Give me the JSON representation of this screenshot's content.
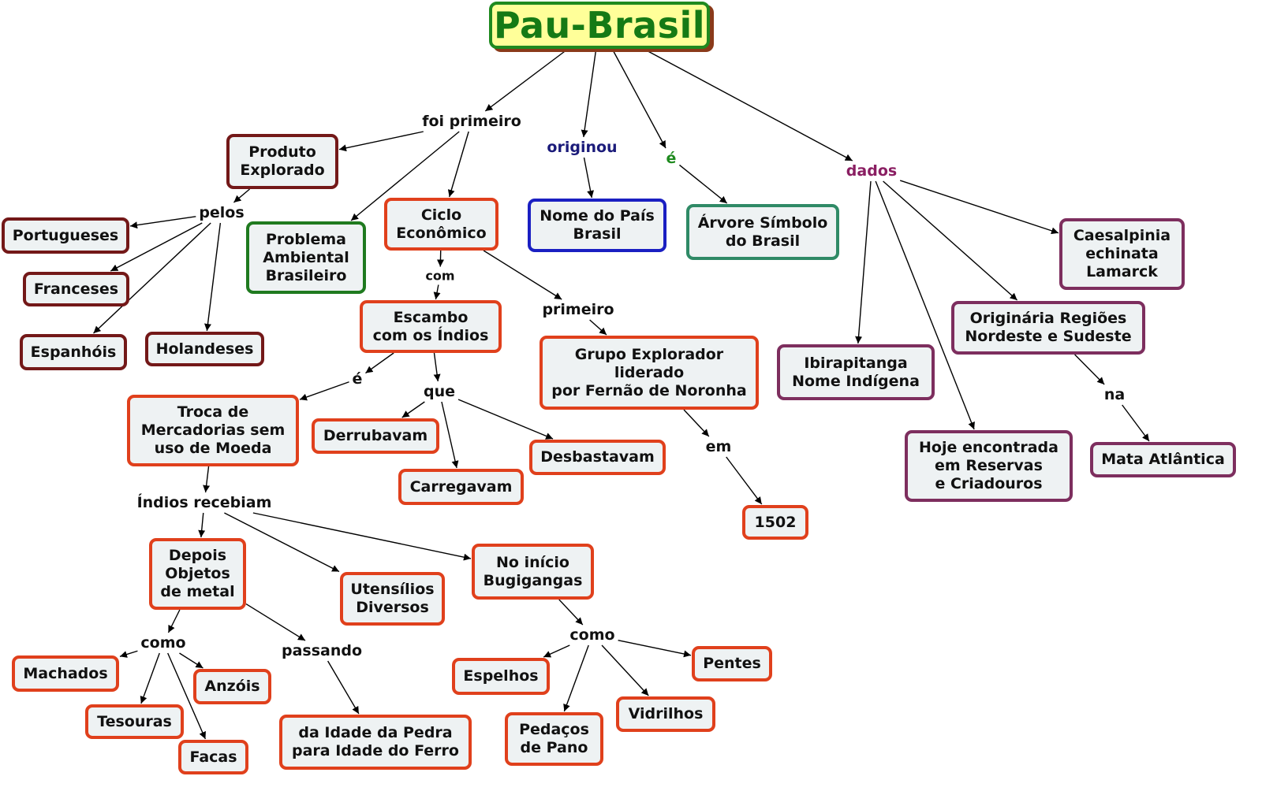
{
  "title": "Pau-Brasil",
  "colors": {
    "title_fill": "#ffff99",
    "title_text": "#157a15",
    "node_fill": "#eef2f3",
    "maroon": "#731818",
    "orange": "#e0401c",
    "green": "#1f7a1f",
    "teal": "#2f8a66",
    "blue": "#1a1fc2",
    "purple": "#7d2e5e",
    "link_blue": "#1b1b7a",
    "link_green": "#1e8a1e",
    "link_purple": "#8a1e62"
  },
  "nodes": {
    "produto_explorado": "Produto\nExplorado",
    "portugueses": "Portugueses",
    "franceses": "Franceses",
    "espanhois": "Espanhóis",
    "holandeses": "Holandeses",
    "problema_ambiental": "Problema\nAmbiental\nBrasileiro",
    "ciclo_economico": "Ciclo\nEconômico",
    "nome_do_pais": "Nome do País\nBrasil",
    "arvore_simbolo": "Árvore Símbolo\ndo Brasil",
    "caesalpinia": "Caesalpinia\nechinata\nLamarck",
    "originaria": "Originária Regiões\nNordeste e Sudeste",
    "ibirapitanga": "Ibirapitanga\nNome Indígena",
    "hoje_encontrada": "Hoje encontrada\nem Reservas\ne Criadouros",
    "mata_atlantica": "Mata Atlântica",
    "escambo": "Escambo\ncom os Índios",
    "grupo_explorador": "Grupo Explorador\nliderado\npor Fernão de Noronha",
    "ano_1502": "1502",
    "troca_mercadorias": "Troca de\nMercadorias sem\nuso de Moeda",
    "derrubavam": "Derrubavam",
    "carregavam": "Carregavam",
    "desbastavam": "Desbastavam",
    "depois_objetos": "Depois\nObjetos\nde metal",
    "utensilios": "Utensílios\nDiversos",
    "no_inicio": "No início\nBugigangas",
    "machados": "Machados",
    "anzois": "Anzóis",
    "tesouras": "Tesouras",
    "facas": "Facas",
    "idade_pedra_ferro": "da Idade da Pedra\npara Idade do Ferro",
    "espelhos": "Espelhos",
    "pentes": "Pentes",
    "pedacos_pano": "Pedaços\nde Pano",
    "vidrilhos": "Vidrilhos"
  },
  "links": {
    "foi_primeiro": "foi primeiro",
    "originou": "originou",
    "e_top": "é",
    "dados": "dados",
    "pelos": "pelos",
    "com": "com",
    "primeiro": "primeiro",
    "e_escambo": "é",
    "que": "que",
    "em": "em",
    "na": "na",
    "indios_recebiam": "Índios recebiam",
    "como_metal": "como",
    "passando": "passando",
    "como_bugigangas": "como"
  },
  "edges": [
    [
      "title",
      "foi_primeiro"
    ],
    [
      "title",
      "originou"
    ],
    [
      "title",
      "e_top"
    ],
    [
      "title",
      "dados"
    ],
    [
      "foi_primeiro",
      "produto_explorado"
    ],
    [
      "foi_primeiro",
      "problema_ambiental"
    ],
    [
      "foi_primeiro",
      "ciclo_economico"
    ],
    [
      "originou",
      "nome_do_pais"
    ],
    [
      "e_top",
      "arvore_simbolo"
    ],
    [
      "dados",
      "caesalpinia"
    ],
    [
      "dados",
      "originaria"
    ],
    [
      "dados",
      "ibirapitanga"
    ],
    [
      "dados",
      "hoje_encontrada"
    ],
    [
      "originaria",
      "na"
    ],
    [
      "na",
      "mata_atlantica"
    ],
    [
      "produto_explorado",
      "pelos"
    ],
    [
      "pelos",
      "portugueses"
    ],
    [
      "pelos",
      "franceses"
    ],
    [
      "pelos",
      "espanhois"
    ],
    [
      "pelos",
      "holandeses"
    ],
    [
      "ciclo_economico",
      "com"
    ],
    [
      "com",
      "escambo"
    ],
    [
      "ciclo_economico",
      "primeiro"
    ],
    [
      "primeiro",
      "grupo_explorador"
    ],
    [
      "grupo_explorador",
      "em"
    ],
    [
      "em",
      "ano_1502"
    ],
    [
      "escambo",
      "e_escambo"
    ],
    [
      "e_escambo",
      "troca_mercadorias"
    ],
    [
      "escambo",
      "que"
    ],
    [
      "que",
      "derrubavam"
    ],
    [
      "que",
      "carregavam"
    ],
    [
      "que",
      "desbastavam"
    ],
    [
      "troca_mercadorias",
      "indios_recebiam"
    ],
    [
      "indios_recebiam",
      "depois_objetos"
    ],
    [
      "indios_recebiam",
      "utensilios"
    ],
    [
      "indios_recebiam",
      "no_inicio"
    ],
    [
      "depois_objetos",
      "como_metal"
    ],
    [
      "depois_objetos",
      "passando"
    ],
    [
      "como_metal",
      "machados"
    ],
    [
      "como_metal",
      "anzois"
    ],
    [
      "como_metal",
      "tesouras"
    ],
    [
      "como_metal",
      "facas"
    ],
    [
      "passando",
      "idade_pedra_ferro"
    ],
    [
      "no_inicio",
      "como_bugigangas"
    ],
    [
      "como_bugigangas",
      "espelhos"
    ],
    [
      "como_bugigangas",
      "pentes"
    ],
    [
      "como_bugigangas",
      "pedacos_pano"
    ],
    [
      "como_bugigangas",
      "vidrilhos"
    ]
  ]
}
